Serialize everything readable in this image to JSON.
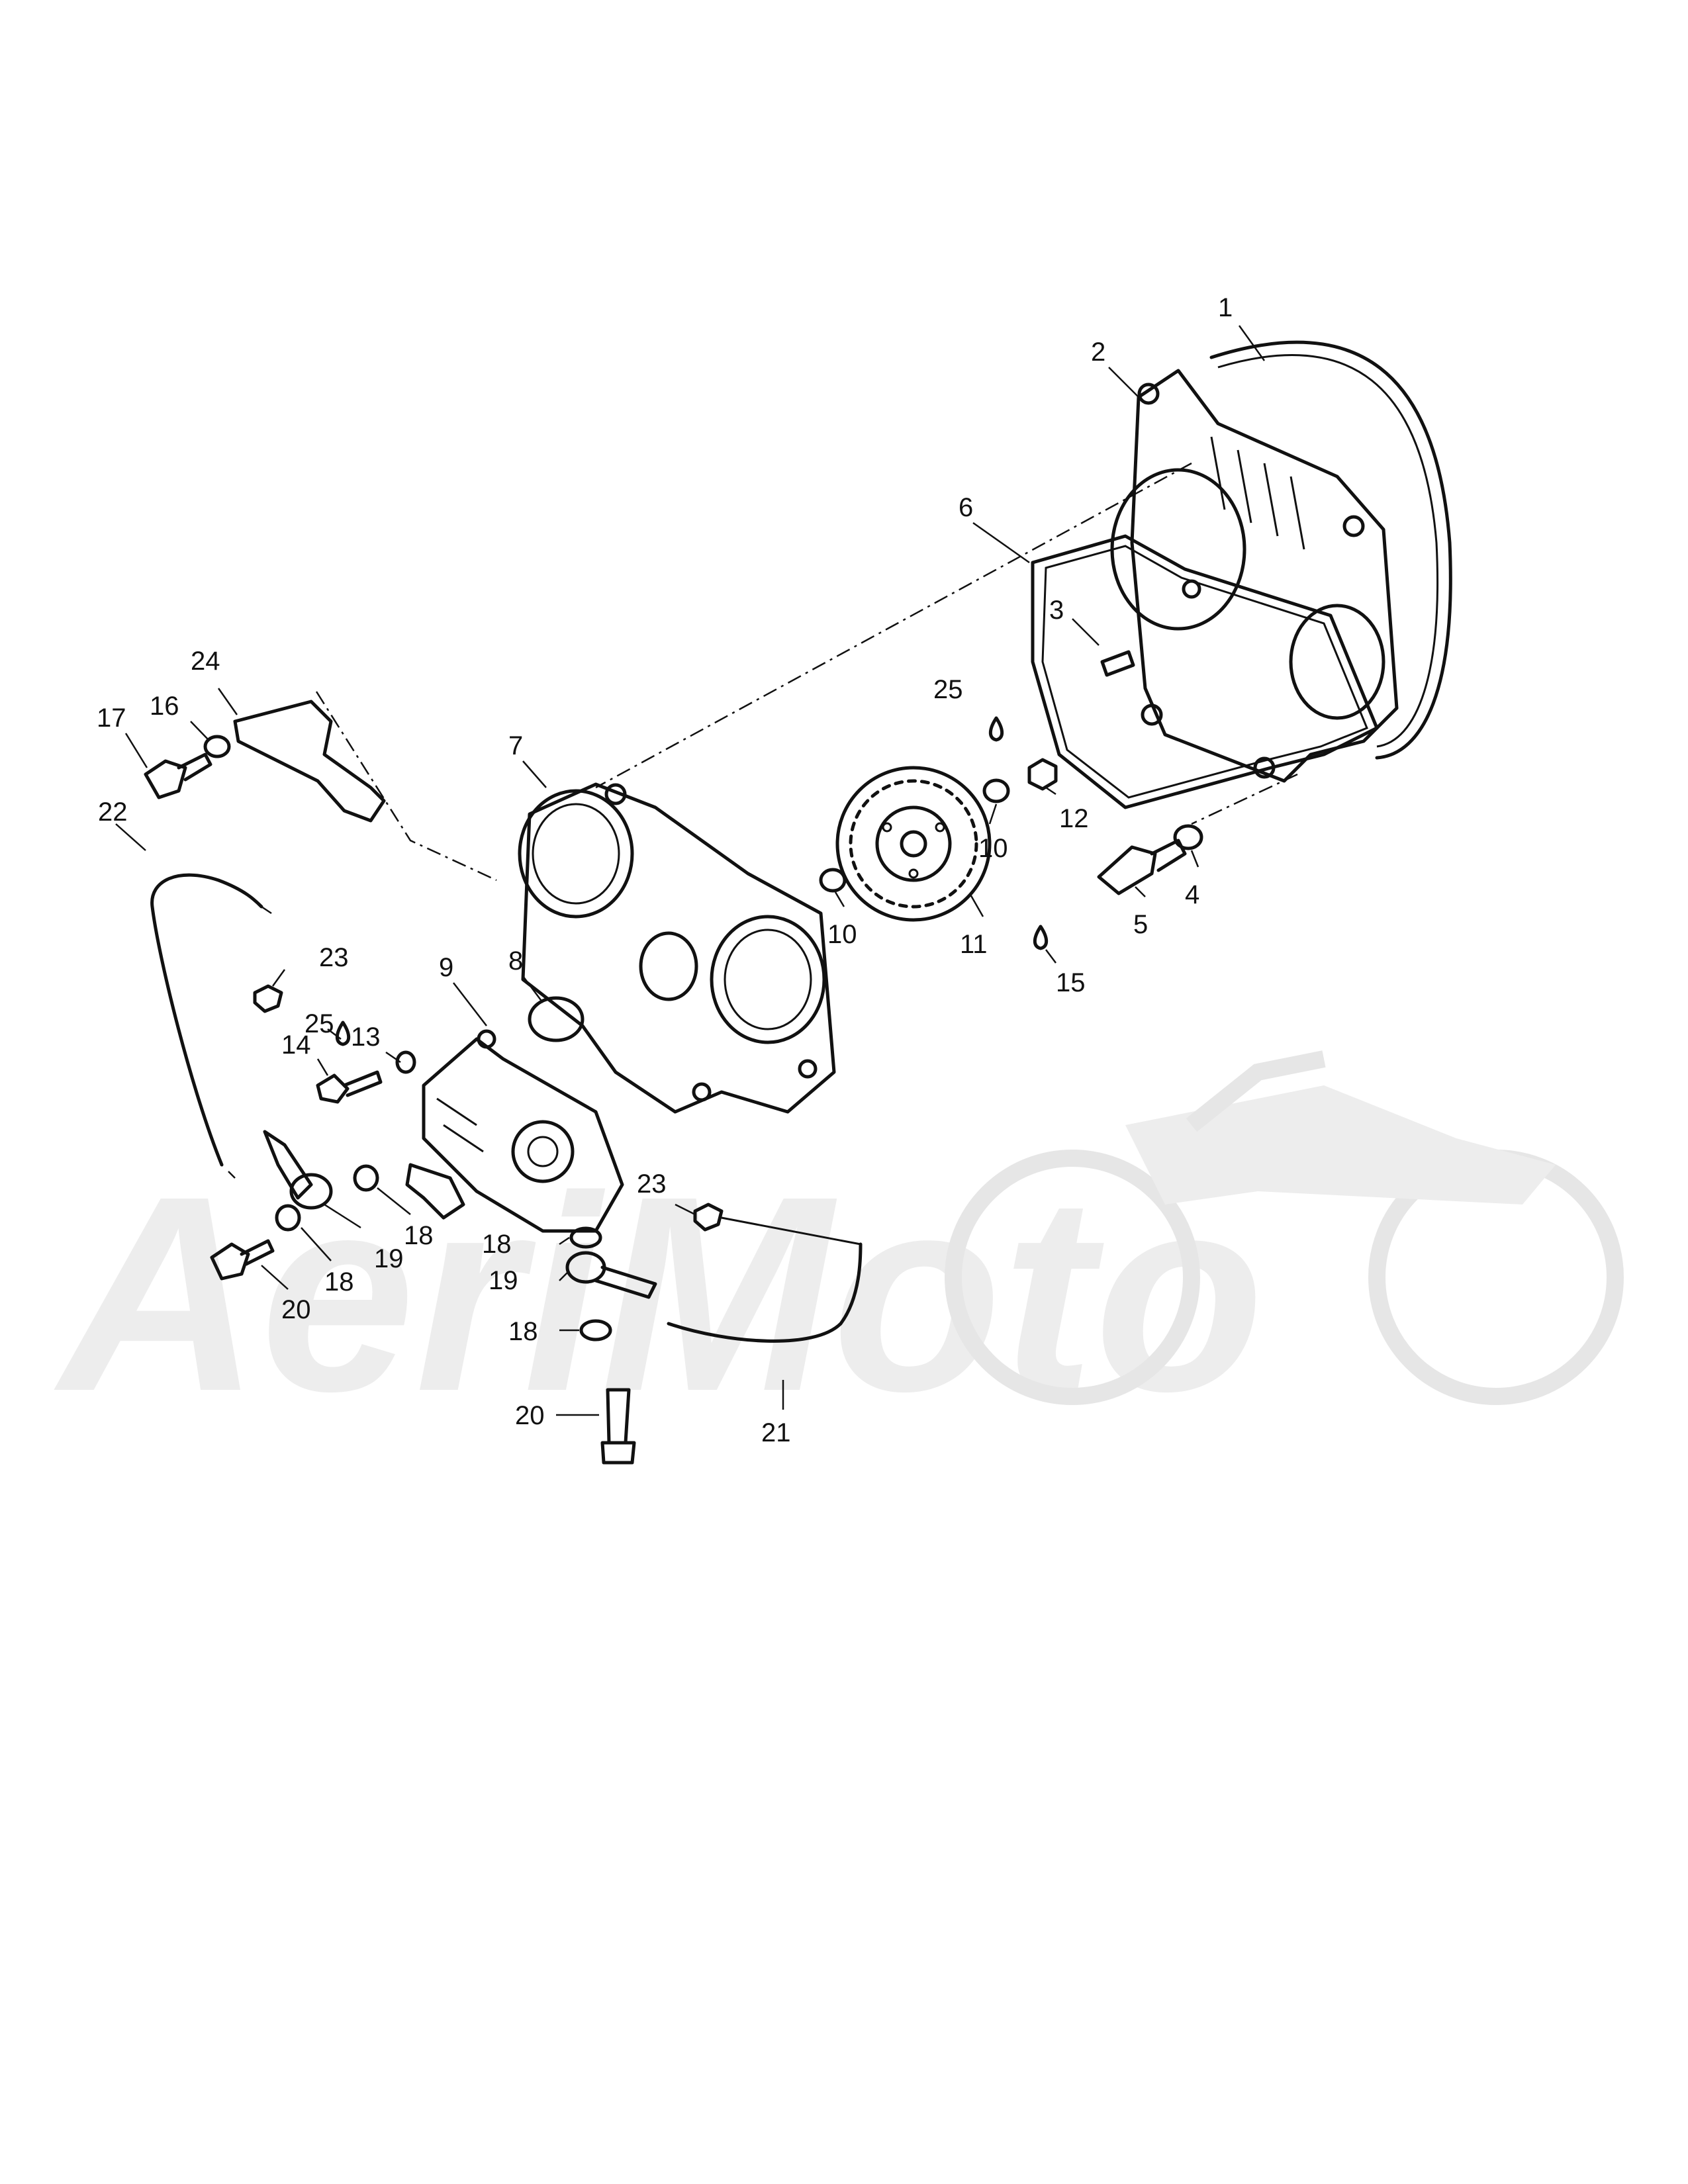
{
  "watermark": {
    "text": "AeriMoto",
    "color": "#e8e8e8"
  },
  "callouts": {
    "c1": "1",
    "c2": "2",
    "c3": "3",
    "c4": "4",
    "c5": "5",
    "c6": "6",
    "c7": "7",
    "c8": "8",
    "c9": "9",
    "c10a": "10",
    "c10b": "10",
    "c11": "11",
    "c12": "12",
    "c13": "13",
    "c14": "14",
    "c15": "15",
    "c16": "16",
    "c17": "17",
    "c18a": "18",
    "c18b": "18",
    "c18c": "18",
    "c18d": "18",
    "c19a": "19",
    "c19b": "19",
    "c20a": "20",
    "c20b": "20",
    "c21": "21",
    "c22": "22",
    "c23a": "23",
    "c23b": "23",
    "c24": "24",
    "c25a": "25",
    "c25b": "25"
  }
}
